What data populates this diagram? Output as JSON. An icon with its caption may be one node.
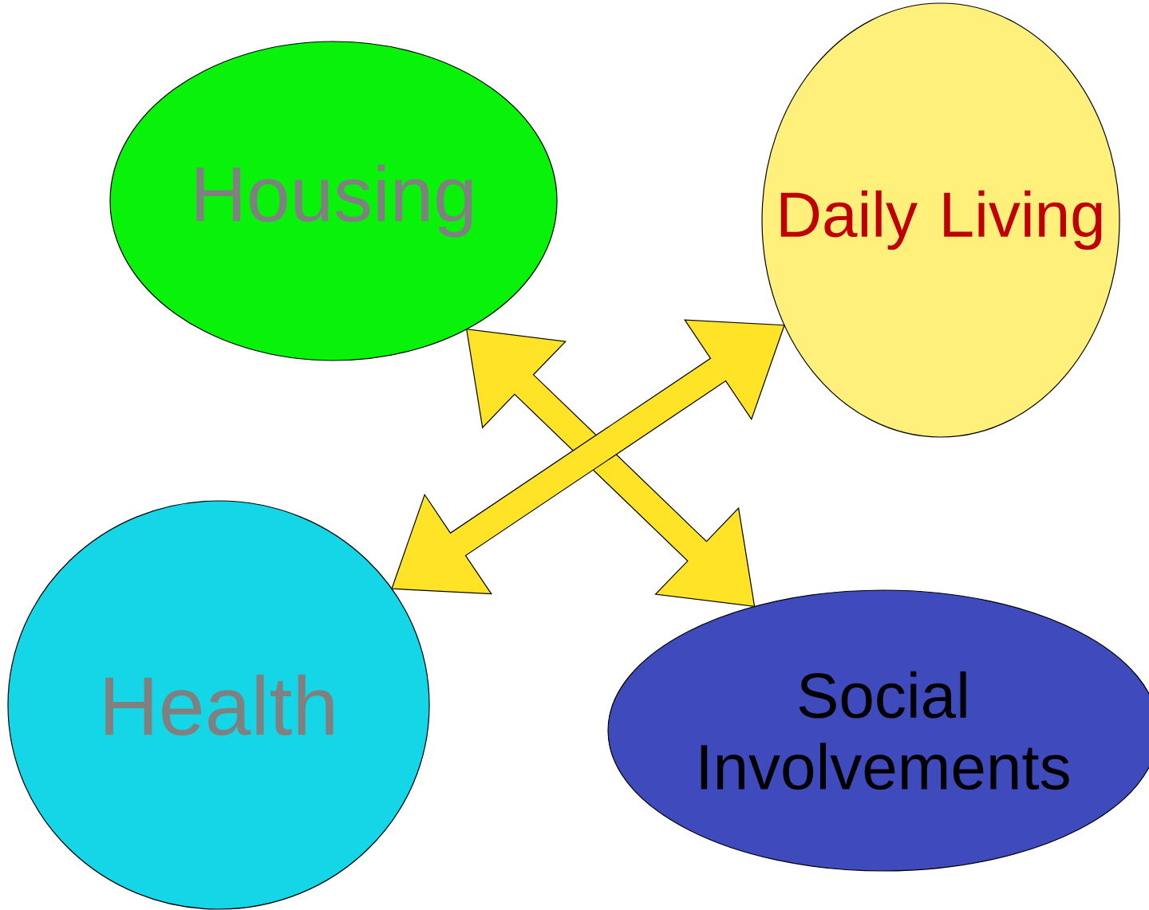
{
  "diagram": {
    "nodes": [
      {
        "text": [
          "Housing"
        ]
      },
      {
        "text": [
          "Daily Living"
        ]
      },
      {
        "text": [
          "Health"
        ]
      },
      {
        "text": [
          "Social Involvements"
        ]
      }
    ],
    "edges": [
      {
        "from": 0,
        "to": 3,
        "arrow": "both",
        "style": "thick",
        "color": "#ffe327"
      },
      {
        "from": 2,
        "to": 1,
        "arrow": "both",
        "style": "thick",
        "color": "#ffe327"
      }
    ]
  }
}
